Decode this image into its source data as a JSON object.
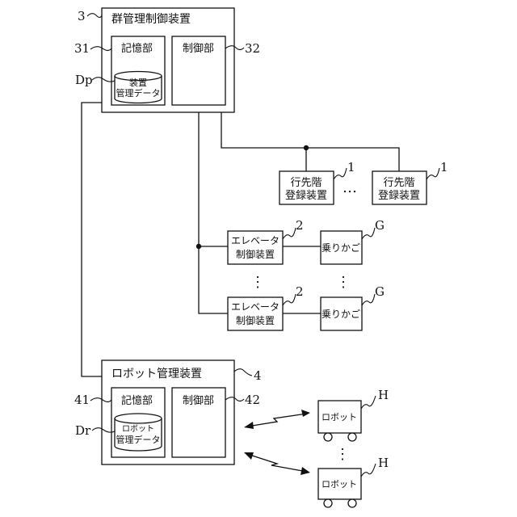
{
  "group_controller": {
    "ref": "3",
    "title": "群管理制御装置",
    "storage": {
      "ref": "31",
      "label": "記憶部"
    },
    "control": {
      "ref": "32",
      "label": "制御部"
    },
    "data": {
      "ref": "Dp",
      "line1": "装置",
      "line2": "管理データ"
    }
  },
  "destination_devices": {
    "ref": "1",
    "line1": "行先階",
    "line2": "登録装置",
    "ellipsis": "…"
  },
  "elevator_units": {
    "controller_ref": "2",
    "controller_line1": "エレベータ",
    "controller_line2": "制御装置",
    "car_ref": "G",
    "car_label": "乗りかご",
    "vertical_dots": "⋮"
  },
  "robot_manager": {
    "ref": "4",
    "title": "ロボット管理装置",
    "storage": {
      "ref": "41",
      "label": "記憶部"
    },
    "control": {
      "ref": "42",
      "label": "制御部"
    },
    "data": {
      "ref": "Dr",
      "line1": "ロボット",
      "line2": "管理データ"
    }
  },
  "robots": {
    "ref": "H",
    "label": "ロボット",
    "vertical_dots": "⋮"
  }
}
